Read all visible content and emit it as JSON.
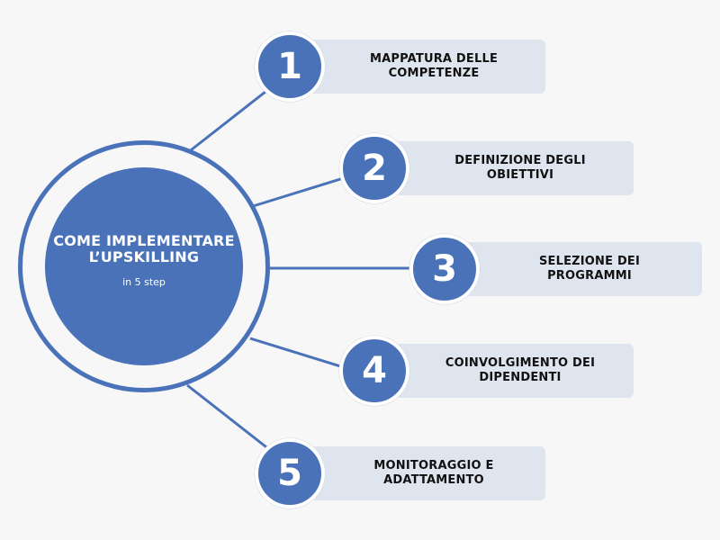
{
  "center": {
    "title_line1": "COME IMPLEMENTARE",
    "title_line2": "L’UPSKILLING",
    "subtitle": "in 5 step"
  },
  "steps": [
    {
      "number": "1",
      "line1": "MAPPATURA DELLE",
      "line2": "COMPETENZE"
    },
    {
      "number": "2",
      "line1": "DEFINIZIONE DEGLI",
      "line2": "OBIETTIVI"
    },
    {
      "number": "3",
      "line1": "SELEZIONE DEI",
      "line2": "PROGRAMMI"
    },
    {
      "number": "4",
      "line1": "COINVOLGIMENTO DEI",
      "line2": "DIPENDENTI"
    },
    {
      "number": "5",
      "line1": "MONITORAGGIO E",
      "line2": "ADATTAMENTO"
    }
  ],
  "colors": {
    "accent": "#4a72b8",
    "label_background": "#dfe5ef",
    "page_background": "#f7f7f8",
    "text": "#111111"
  }
}
